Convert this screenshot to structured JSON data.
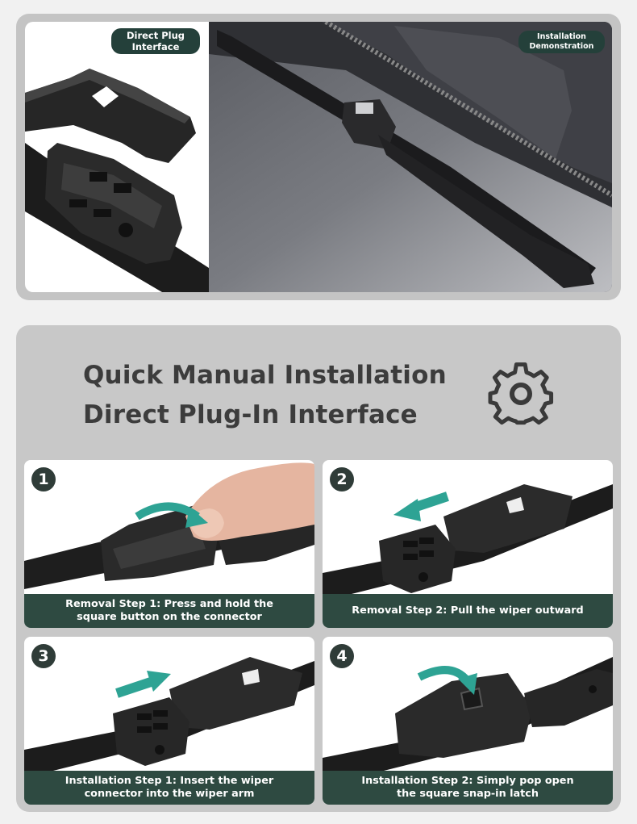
{
  "banner": {
    "left_badge": [
      "Direct Plug",
      "Interface"
    ],
    "right_badge": [
      "Installation",
      "Demonstration"
    ]
  },
  "heading": {
    "line1": "Quick Manual Installation",
    "line2": "Direct Plug-In Interface"
  },
  "icons": {
    "settings": "gear-icon",
    "arrow": "arrow-icon"
  },
  "colors": {
    "badge": "#24403a",
    "caption": "#2e4a41",
    "arrow": "#2ea394",
    "step_circle": "#2f3c38"
  },
  "steps": [
    {
      "number": "1",
      "caption": [
        "Removal Step 1: Press and hold the",
        "square button on the connector"
      ]
    },
    {
      "number": "2",
      "caption": [
        "Removal Step 2: Pull the wiper outward"
      ]
    },
    {
      "number": "3",
      "caption": [
        "Installation Step 1: Insert the wiper",
        "connector into the wiper arm"
      ]
    },
    {
      "number": "4",
      "caption": [
        "Installation Step 2: Simply pop open",
        "the square snap-in latch"
      ]
    }
  ]
}
